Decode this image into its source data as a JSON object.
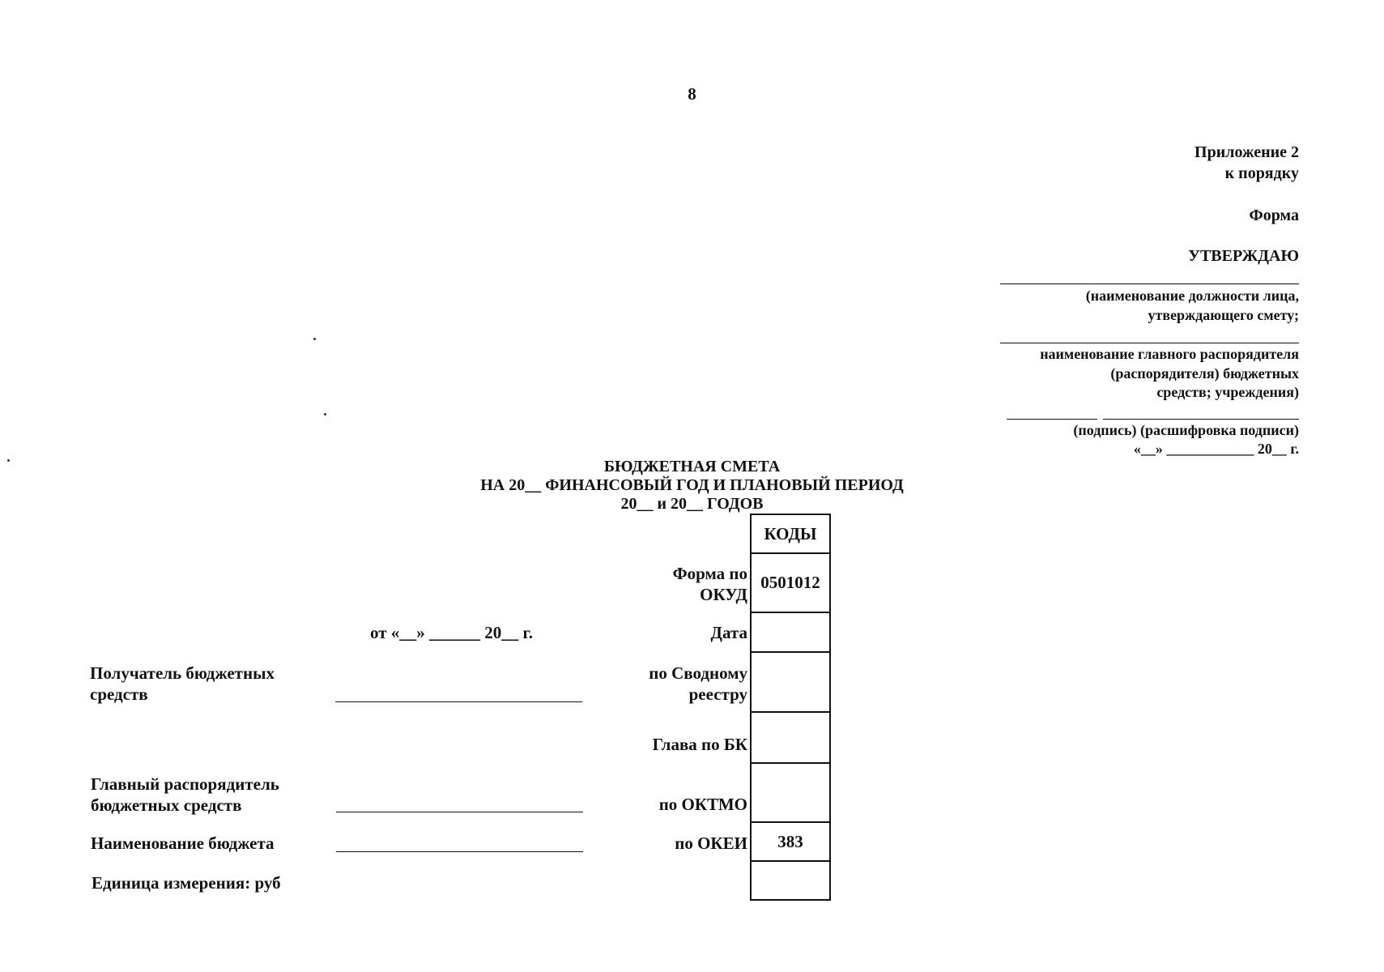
{
  "page_number": "8",
  "header": {
    "appendix_line1": "Приложение  2",
    "appendix_line2": "к порядку",
    "form_label": "Форма",
    "approve": "УТВЕРЖДАЮ",
    "position_caption_line1": "(наименование должности лица,",
    "position_caption_line2": "утверждающего смету;",
    "org_caption_line1": "наименование главного распорядителя",
    "org_caption_line2": "(распорядителя) бюджетных",
    "org_caption_line3": "средств; учреждения)",
    "signature_caption": "(подпись)   (расшифровка подписи)",
    "date_line": "«__» ____________ 20__ г."
  },
  "title": {
    "line1": "БЮДЖЕТНАЯ СМЕТА",
    "line2": "НА 20__ ФИНАНСОВЫЙ ГОД И ПЛАНОВЫЙ ПЕРИОД",
    "line3": "20__ и 20__ ГОДОВ"
  },
  "form_date": "от «__» ______ 20__ г.",
  "fields": {
    "recipient_line1": "Получатель бюджетных",
    "recipient_line2": "средств",
    "main_manager_line1": "Главный распорядитель",
    "main_manager_line2": "бюджетных средств",
    "budget_name": "Наименование бюджета",
    "unit": "Единица измерения: руб"
  },
  "codes": {
    "header": "КОДЫ",
    "rows": [
      {
        "label_line1": "Форма по",
        "label_line2": "ОКУД",
        "value": "0501012"
      },
      {
        "label_line1": "Дата",
        "label_line2": "",
        "value": ""
      },
      {
        "label_line1": "по Сводному",
        "label_line2": "реестру",
        "value": ""
      },
      {
        "label_line1": "Глава по БК",
        "label_line2": "",
        "value": ""
      },
      {
        "label_line1": "по ОКТМО",
        "label_line2": "",
        "value": ""
      },
      {
        "label_line1": "по ОКЕИ",
        "label_line2": "",
        "value": "383"
      },
      {
        "label_line1": "",
        "label_line2": "",
        "value": ""
      }
    ]
  }
}
